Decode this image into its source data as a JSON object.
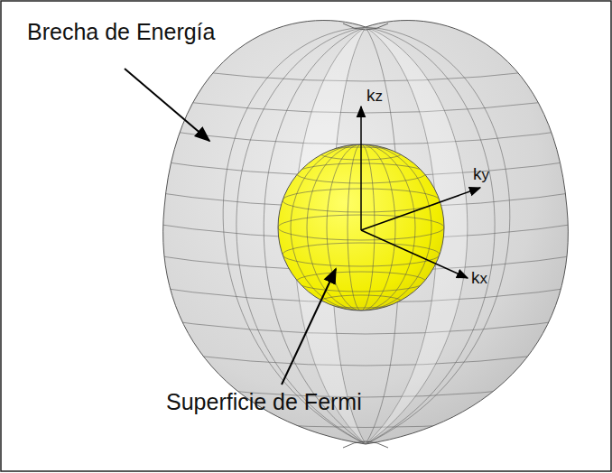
{
  "diagram": {
    "labels": [
      "Brecha de Energía",
      "kz",
      "ky",
      "kx",
      "Superficie de Fermi"
    ]
  }
}
